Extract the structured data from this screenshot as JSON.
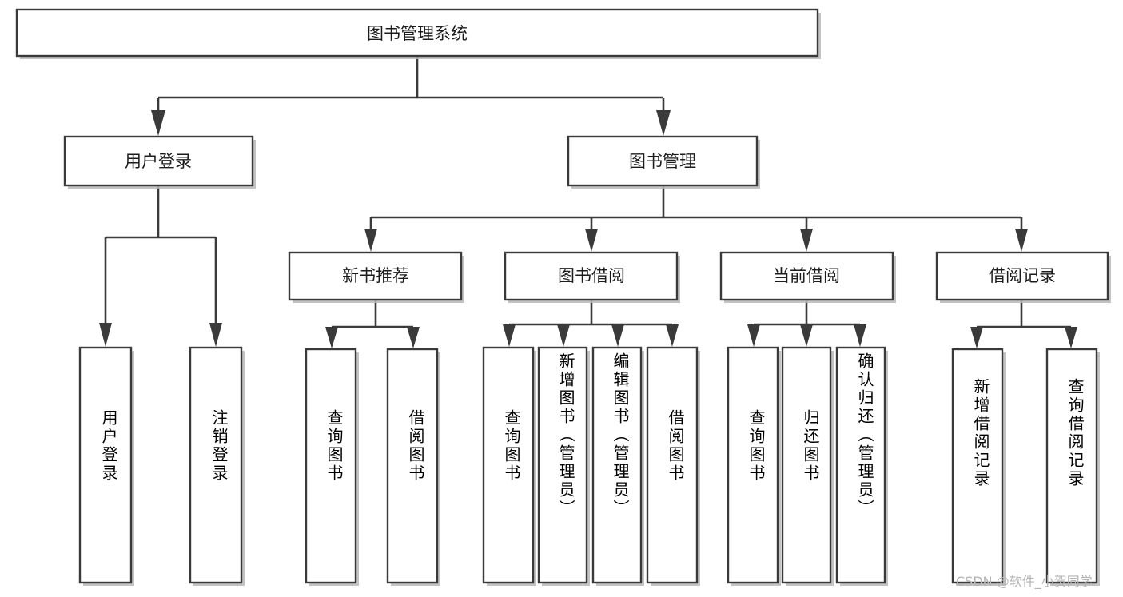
{
  "diagram": {
    "type": "tree-hierarchy-diagram",
    "title_node": {
      "label": "图书管理系统"
    },
    "level2": [
      {
        "id": "user-login",
        "label": "用户登录"
      },
      {
        "id": "book-management",
        "label": "图书管理"
      }
    ],
    "level3": [
      {
        "id": "new-book-recommend",
        "label": "新书推荐"
      },
      {
        "id": "book-borrow",
        "label": "图书借阅"
      },
      {
        "id": "current-borrow",
        "label": "当前借阅"
      },
      {
        "id": "borrow-record",
        "label": "借阅记录"
      }
    ],
    "leaves": [
      {
        "id": "leaf-user-login",
        "parent": "user-login",
        "label": "用户登录"
      },
      {
        "id": "leaf-logout-login",
        "parent": "user-login",
        "label": "注销登录"
      },
      {
        "id": "leaf-query-book-1",
        "parent": "new-book-recommend",
        "label": "查询图书"
      },
      {
        "id": "leaf-borrow-book-1",
        "parent": "new-book-recommend",
        "label": "借阅图书"
      },
      {
        "id": "leaf-query-book-2",
        "parent": "book-borrow",
        "label": "查询图书"
      },
      {
        "id": "leaf-add-book",
        "parent": "book-borrow",
        "label": "新增图书（管理员）"
      },
      {
        "id": "leaf-edit-book",
        "parent": "book-borrow",
        "label": "编辑图书（管理员）"
      },
      {
        "id": "leaf-borrow-book-2",
        "parent": "book-borrow",
        "label": "借阅图书"
      },
      {
        "id": "leaf-query-book-3",
        "parent": "current-borrow",
        "label": "查询图书"
      },
      {
        "id": "leaf-return-book",
        "parent": "current-borrow",
        "label": "归还图书"
      },
      {
        "id": "leaf-confirm-return",
        "parent": "current-borrow",
        "label": "确认归还（管理员）"
      },
      {
        "id": "leaf-add-record",
        "parent": "borrow-record",
        "label": "新增借阅记录"
      },
      {
        "id": "leaf-query-record",
        "parent": "borrow-record",
        "label": "查询借阅记录"
      }
    ],
    "colors": {
      "box_stroke": "#3a3a3a",
      "box_fill": "#ffffff",
      "connector": "#3a3a3a",
      "text": "#1c1c1c",
      "watermark": "#b4b4b4",
      "background": "#ffffff"
    }
  },
  "watermark": {
    "text": "CSDN @软件_小贺同学"
  }
}
